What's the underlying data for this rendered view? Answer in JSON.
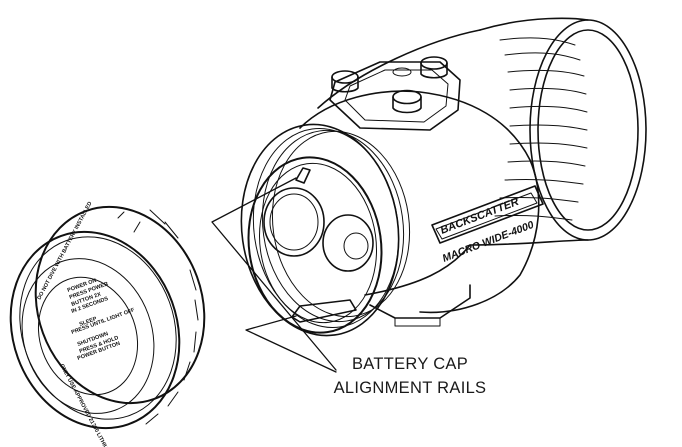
{
  "callout": {
    "line1": "BATTERY CAP",
    "line2": "ALIGNMENT RAILS"
  },
  "light_label": {
    "brand": "BACKSCATTER",
    "model": "MACRO WIDE-4000"
  },
  "cap_text": {
    "outer_ring_top": "DO NOT DIVE WITH BATTERY INSTALLED",
    "outer_ring_bottom": "ONLY USE APPROVED 21700 LITHIUM",
    "power_on": [
      "POWER ON",
      "PRESS POWER",
      "BUTTON 2X",
      "IN 2 SECONDS"
    ],
    "sleep": [
      "SLEEP",
      "PRESS UNTIL LIGHT OFF"
    ],
    "shutdown": [
      "SHUTDOWN",
      "PRESS & HOLD",
      "POWER BUTTON"
    ]
  },
  "colors": {
    "line": "#111111",
    "background": "#ffffff"
  }
}
